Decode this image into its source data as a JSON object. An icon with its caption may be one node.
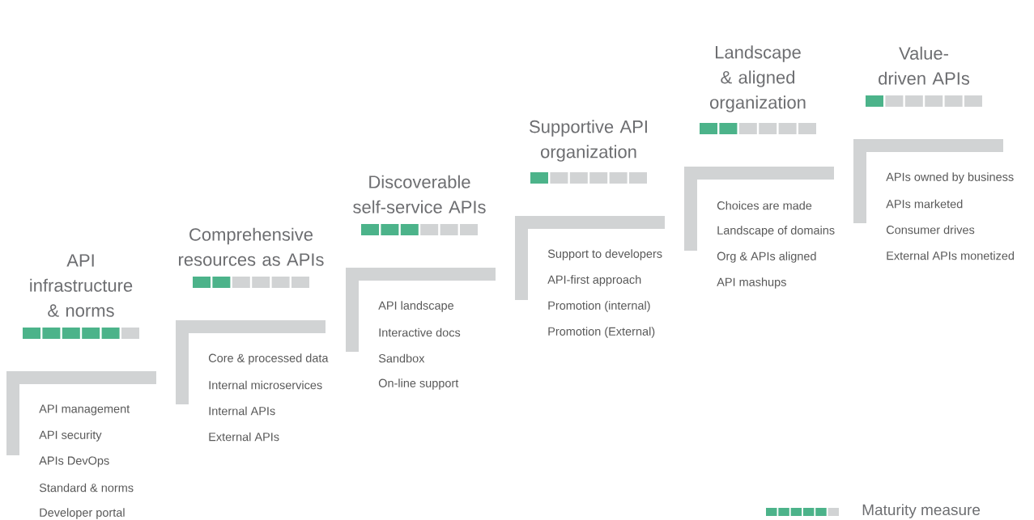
{
  "diagram": {
    "nodes": [
      {
        "text": [
          "API infrastructure & norms",
          "API management",
          "API security",
          "APIs DevOps",
          "Standard & norms",
          "Developer portal"
        ]
      },
      {
        "text": [
          "Comprehensive resources as APIs",
          "Core & processed data",
          "Internal microservices",
          "Internal APIs",
          "External APIs"
        ]
      },
      {
        "text": [
          "Discoverable self-service APIs",
          "API landscape",
          "Interactive docs",
          "Sandbox",
          "On-line support"
        ]
      },
      {
        "text": [
          "Supportive API organization",
          "Support to developers",
          "API-first approach",
          "Promotion (internal)",
          "Promotion (External)"
        ]
      },
      {
        "text": [
          "Landscape & aligned organization",
          "Choices are made",
          "Landscape of domains",
          "Org & APIs aligned",
          "API mashups"
        ]
      },
      {
        "text": [
          "Value-driven APIs",
          "APIs owned by business",
          "APIs marketed",
          "Consumer drives",
          "External APIs monetized"
        ]
      }
    ],
    "legend": [
      {
        "text": "Maturity measure"
      }
    ]
  }
}
